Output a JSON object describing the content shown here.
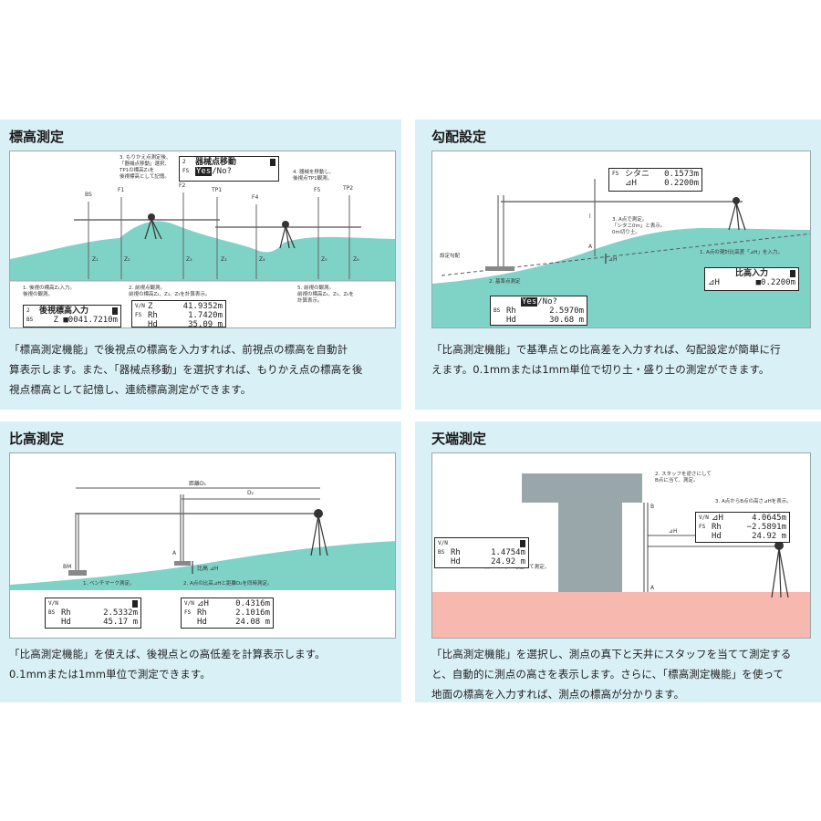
{
  "panels": {
    "p1": {
      "title": "標高測定",
      "desc": [
        "「標高測定機能」で後視点の標高を入力すれば、前視点の標高を自動計",
        "算表示します。また、「器械点移動」を選択すれば、もりかえ点の標高を後",
        "視点標高として記憶し、連続標高測定ができます。"
      ],
      "notes": {
        "top": "3. もりかえ点測定後、\n「器械点移動」選択、\nTP1の標高Z₃を\n後視標高として記憶。",
        "right": "4. 器械を移動し、\n後視点TP1観測。",
        "b1": "1. 後視の標高Z₁入力。\n後視の観測。",
        "b2": "2. 前視点観測。\n前視の標高Z₂、Z₃、Z₃を計算表示。",
        "b3": "5. 前視の観測。\n前視の標高Z₄、Z₅、Z₆を\n計算表示。"
      },
      "points": [
        "BS",
        "F1",
        "F2",
        "TP1",
        "F4",
        "F5",
        "TP2"
      ],
      "zlabels": [
        "Z₁",
        "Z₂",
        "Z₃",
        "Z₃",
        "Z₄",
        "Z₅",
        "Z₆"
      ],
      "lcd_move": {
        "title": "器械点移動",
        "tag": "FS",
        "choice_yes": "Yes",
        "choice_rest": "/No?"
      },
      "lcd_input": {
        "title": "後視標高入力",
        "tag": "BS",
        "value": "Z ■0041.7210m"
      },
      "lcd_result": {
        "rows": [
          {
            "tag": "V/N",
            "label": "Z",
            "value": "41.9352m"
          },
          {
            "tag": "FS",
            "label": "Rh",
            "value": "1.7420m"
          },
          {
            "tag": "",
            "label": "Hd",
            "value": "35.09  m"
          }
        ]
      }
    },
    "p2": {
      "title": "勾配設定",
      "desc": [
        "「比高測定機能」で基準点との比高差を入力すれば、勾配設定が簡単に行",
        "えます。0.1mmまたは1mm単位で切り土・盛り土の測定ができます。"
      ],
      "notes": {
        "a": "3. A点で測定。\n「シタニ0m」と表示。\n0m切り土。",
        "b": "1. A点の現計比高差「⊿H」を入力。",
        "c": "2. 基準点測定",
        "slope": "設定勾配",
        "l": "l"
      },
      "lcd_cut": {
        "tag": "FS",
        "label": "シタニ",
        "value": "0.1573m",
        "label2": "⊿H",
        "value2": "0.2200m"
      },
      "lcd_hinput": {
        "title": "比高入力",
        "label": "⊿H",
        "value": "■0.2200m"
      },
      "lcd_base": {
        "choice_yes": "Yes",
        "choice_rest": "/No?",
        "rows": [
          {
            "tag": "BS",
            "label": "Rh",
            "value": "2.5970m"
          },
          {
            "tag": "",
            "label": "Hd",
            "value": "30.68  m"
          }
        ]
      },
      "labels": {
        "A": "A",
        "dH": "⊿H"
      }
    },
    "p3": {
      "title": "比高測定",
      "desc": [
        "「比高測定機能」を使えば、後視点との高低差を計算表示します。",
        "0.1mmまたは1mm単位で測定できます。"
      ],
      "notes": {
        "b1": "1. ベンチマーク測定。",
        "b2": "2. A点の比高⊿Hと距離D₂を同時測定。",
        "dist1": "距離D₁",
        "dist2": "D₂",
        "bm": "BM",
        "a": "A",
        "h": "比高 ⊿H"
      },
      "lcd_bm": {
        "rows": [
          {
            "tag": "V/N",
            "label": "",
            "value": ""
          },
          {
            "tag": "BS",
            "label": "Rh",
            "value": "2.5332m"
          },
          {
            "tag": "",
            "label": "Hd",
            "value": "45.17  m"
          }
        ]
      },
      "lcd_a": {
        "rows": [
          {
            "tag": "V/N",
            "label": "⊿H",
            "value": "0.4316m"
          },
          {
            "tag": "FS",
            "label": "Rh",
            "value": "2.1016m"
          },
          {
            "tag": "",
            "label": "Hd",
            "value": "24.08  m"
          }
        ]
      }
    },
    "p4": {
      "title": "天端測定",
      "desc": [
        "「比高測定機能」を選択し、測点の真下と天井にスタッフを当てて測定する",
        "と、自動的に測点の高さを表示します。さらに、「標高測定機能」を使って",
        "地面の標高を入力すれば、測点の標高が分かります。"
      ],
      "notes": {
        "n2": "2. スタッフを逆さにして\nB点に当て、測定。",
        "n3": "3. A点からB点の高さ⊿Hを表示。",
        "n1": "1. A点にスタッフを立てて測定。",
        "b": "B",
        "a": "A",
        "h": "⊿H"
      },
      "lcd_left": {
        "rows": [
          {
            "tag": "V/N",
            "label": "",
            "value": ""
          },
          {
            "tag": "BS",
            "label": "Rh",
            "value": "1.4754m"
          },
          {
            "tag": "",
            "label": "Hd",
            "value": "24.92  m"
          }
        ]
      },
      "lcd_right": {
        "rows": [
          {
            "tag": "V/N",
            "label": "⊿H",
            "value": "4.0645m"
          },
          {
            "tag": "FS",
            "label": "Rh",
            "value": "−2.5891m"
          },
          {
            "tag": "",
            "label": "Hd",
            "value": "24.92  m"
          }
        ]
      }
    }
  }
}
